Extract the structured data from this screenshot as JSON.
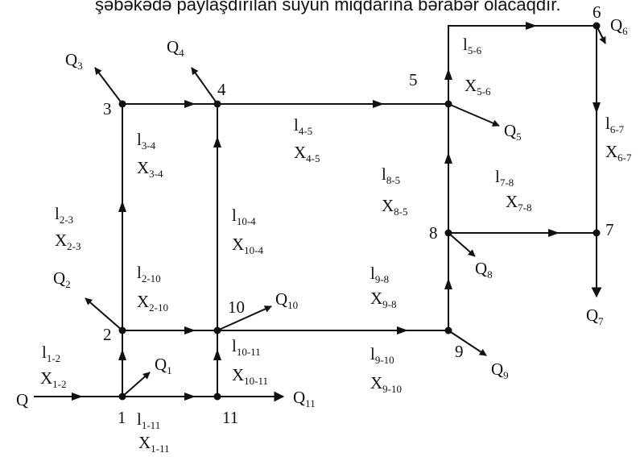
{
  "header_text": "şəbəkədə paylaşdırılan suyun miqdarına bərabər olacaqdır.",
  "colors": {
    "ink": "#111111",
    "background": "#ffffff"
  },
  "input_label": {
    "base": "Q",
    "sub": ""
  },
  "nodes": [
    {
      "id": "1",
      "label": "1"
    },
    {
      "id": "2",
      "label": "2"
    },
    {
      "id": "3",
      "label": "3"
    },
    {
      "id": "4",
      "label": "4"
    },
    {
      "id": "5",
      "label": "5"
    },
    {
      "id": "6",
      "label": "6"
    },
    {
      "id": "7",
      "label": "7"
    },
    {
      "id": "8",
      "label": "8"
    },
    {
      "id": "9",
      "label": "9"
    },
    {
      "id": "10",
      "label": "10"
    },
    {
      "id": "11",
      "label": "11"
    }
  ],
  "pipes": [
    {
      "id": "1-2",
      "from": "1",
      "to": "2",
      "l": {
        "base": "l",
        "sub": "1-2"
      },
      "x": {
        "base": "X",
        "sub": "1-2"
      }
    },
    {
      "id": "1-11",
      "from": "1",
      "to": "11",
      "l": {
        "base": "l",
        "sub": "1-11"
      },
      "x": {
        "base": "X",
        "sub": "1-11"
      }
    },
    {
      "id": "2-3",
      "from": "2",
      "to": "3",
      "l": {
        "base": "l",
        "sub": "2-3"
      },
      "x": {
        "base": "X",
        "sub": "2-3"
      }
    },
    {
      "id": "2-10",
      "from": "2",
      "to": "10",
      "l": {
        "base": "l",
        "sub": "2-10"
      },
      "x": {
        "base": "X",
        "sub": "2-10"
      }
    },
    {
      "id": "3-4",
      "from": "3",
      "to": "4",
      "l": {
        "base": "l",
        "sub": "3-4"
      },
      "x": {
        "base": "X",
        "sub": "3-4"
      }
    },
    {
      "id": "10-4",
      "from": "10",
      "to": "4",
      "l": {
        "base": "l",
        "sub": "10-4"
      },
      "x": {
        "base": "X",
        "sub": "10-4"
      }
    },
    {
      "id": "4-5",
      "from": "4",
      "to": "5",
      "l": {
        "base": "l",
        "sub": "4-5"
      },
      "x": {
        "base": "X",
        "sub": "4-5"
      }
    },
    {
      "id": "5-6",
      "from": "5",
      "to": "6",
      "l": {
        "base": "l",
        "sub": "5-6"
      },
      "x": {
        "base": "X",
        "sub": "5-6"
      }
    },
    {
      "id": "6-7",
      "from": "6",
      "to": "7",
      "l": {
        "base": "l",
        "sub": "6-7"
      },
      "x": {
        "base": "X",
        "sub": "6-7"
      }
    },
    {
      "id": "7-8",
      "from": "8",
      "to": "7",
      "l": {
        "base": "l",
        "sub": "7-8"
      },
      "x": {
        "base": "X",
        "sub": "7-8"
      }
    },
    {
      "id": "8-5",
      "from": "8",
      "to": "5",
      "l": {
        "base": "l",
        "sub": "8-5"
      },
      "x": {
        "base": "X",
        "sub": "8-5"
      }
    },
    {
      "id": "9-8",
      "from": "9",
      "to": "8",
      "l": {
        "base": "l",
        "sub": "9-8"
      },
      "x": {
        "base": "X",
        "sub": "9-8"
      }
    },
    {
      "id": "9-10",
      "from": "10",
      "to": "9",
      "l": {
        "base": "l",
        "sub": "9-10"
      },
      "x": {
        "base": "X",
        "sub": "9-10"
      }
    },
    {
      "id": "10-11",
      "from": "11",
      "to": "10",
      "l": {
        "base": "l",
        "sub": "10-11"
      },
      "x": {
        "base": "X",
        "sub": "10-11"
      }
    }
  ],
  "outflows": [
    {
      "node": "1",
      "label": {
        "base": "Q",
        "sub": "1"
      }
    },
    {
      "node": "2",
      "label": {
        "base": "Q",
        "sub": "2"
      }
    },
    {
      "node": "3",
      "label": {
        "base": "Q",
        "sub": "3"
      }
    },
    {
      "node": "4",
      "label": {
        "base": "Q",
        "sub": "4"
      }
    },
    {
      "node": "5",
      "label": {
        "base": "Q",
        "sub": "5"
      }
    },
    {
      "node": "6",
      "label": {
        "base": "Q",
        "sub": "6"
      }
    },
    {
      "node": "7",
      "label": {
        "base": "Q",
        "sub": "7"
      }
    },
    {
      "node": "8",
      "label": {
        "base": "Q",
        "sub": "8"
      }
    },
    {
      "node": "9",
      "label": {
        "base": "Q",
        "sub": "9"
      }
    },
    {
      "node": "10",
      "label": {
        "base": "Q",
        "sub": "10"
      }
    },
    {
      "node": "11",
      "label": {
        "base": "Q",
        "sub": "11"
      }
    }
  ]
}
